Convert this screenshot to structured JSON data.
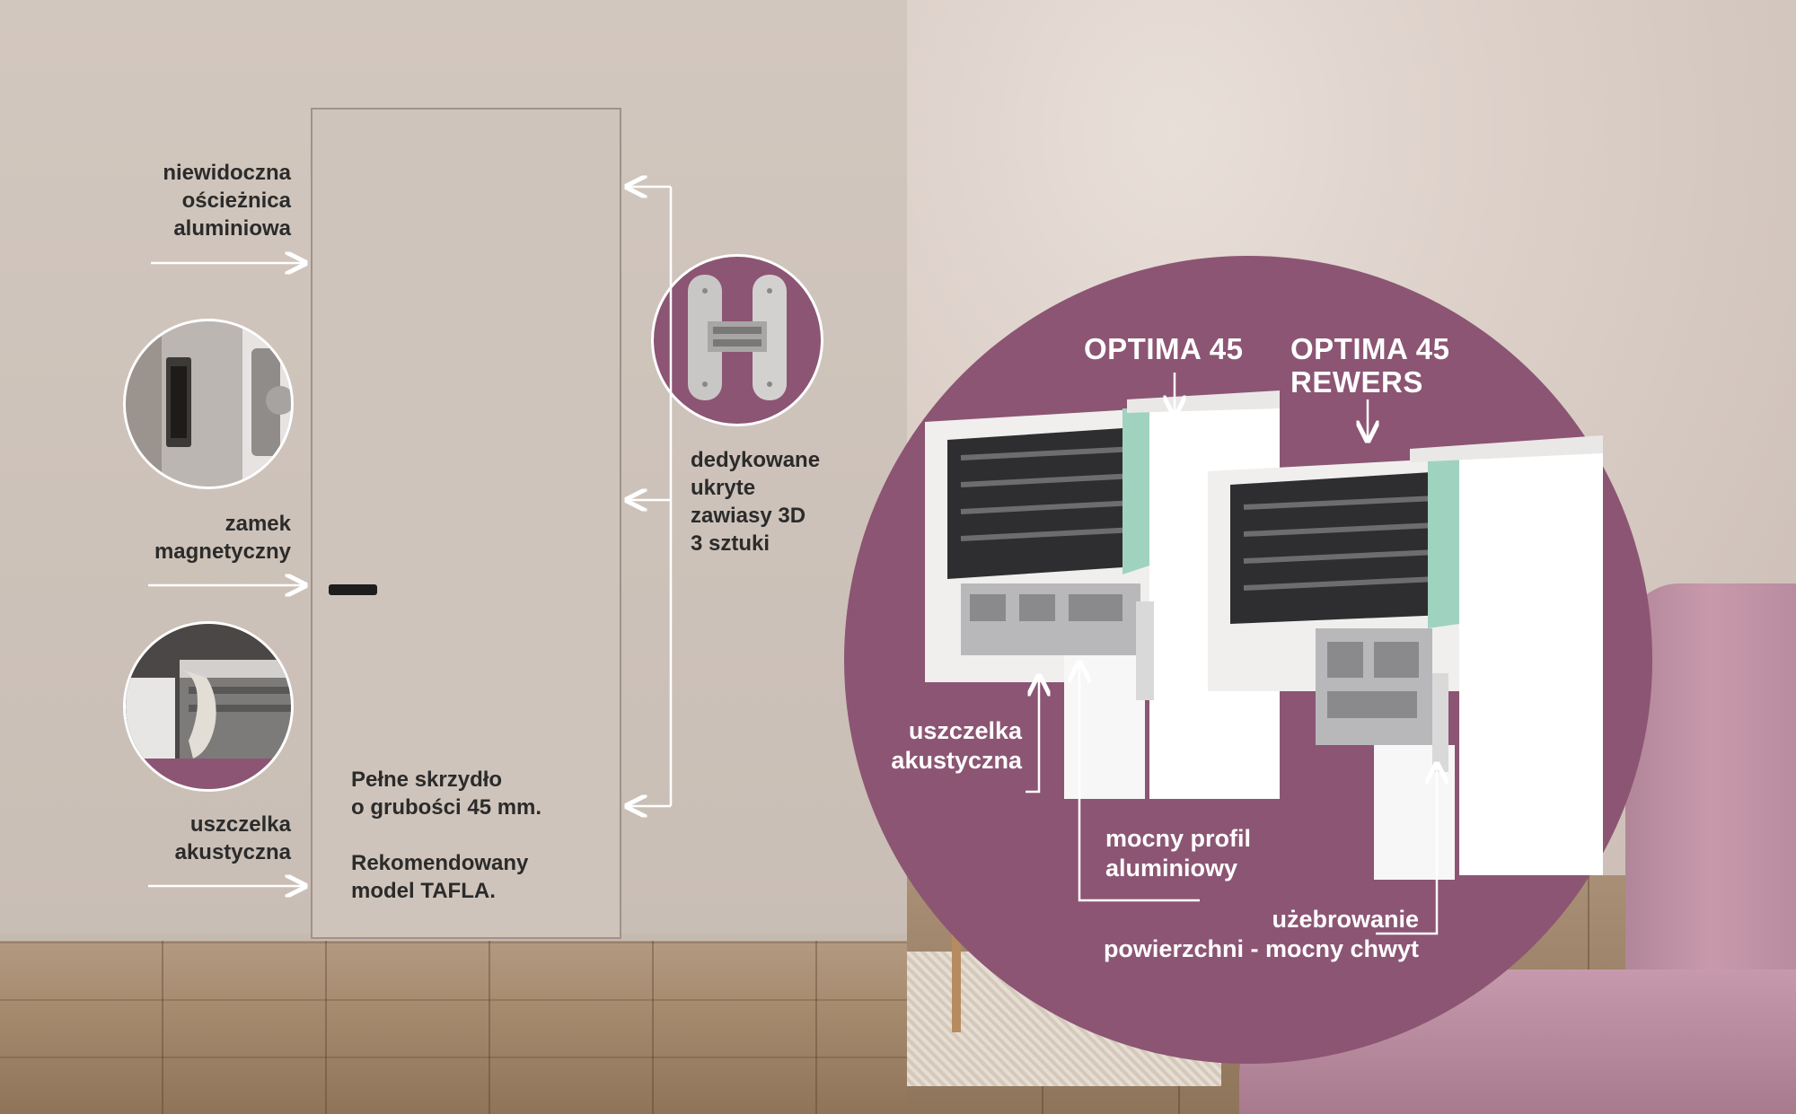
{
  "left_labels": {
    "frame": "niewidoczna\nościeżnica\naluminiowa",
    "lock": "zamek\nmagnetyczny",
    "seal": "uszczelka\nakustyczna",
    "hinges": "dedykowane\nukryte\nzawiasy 3D\n3 sztuki",
    "leaf": "Pełne skrzydło\no grubości 45 mm.\n\nRekomendowany\nmodel TAFLA."
  },
  "profiles": {
    "optima45": "OPTIMA 45",
    "optima45_rewers": "OPTIMA 45\nREWERS"
  },
  "right_labels": {
    "seal": "uszczelka\nakustyczna",
    "profile": "mocny profil\naluminiowy",
    "ribbing": "użebrowanie\npowierzchni - mocny chwyt"
  },
  "colors": {
    "accent_plum": "#8c5573",
    "wall": "#d2c7be",
    "door": "#cfc4bb",
    "insulation_green": "#9fd3c0"
  },
  "icons": [
    "magnetic-lock-icon",
    "acoustic-seal-icon",
    "hidden-hinge-icon",
    "door-handle-icon"
  ]
}
